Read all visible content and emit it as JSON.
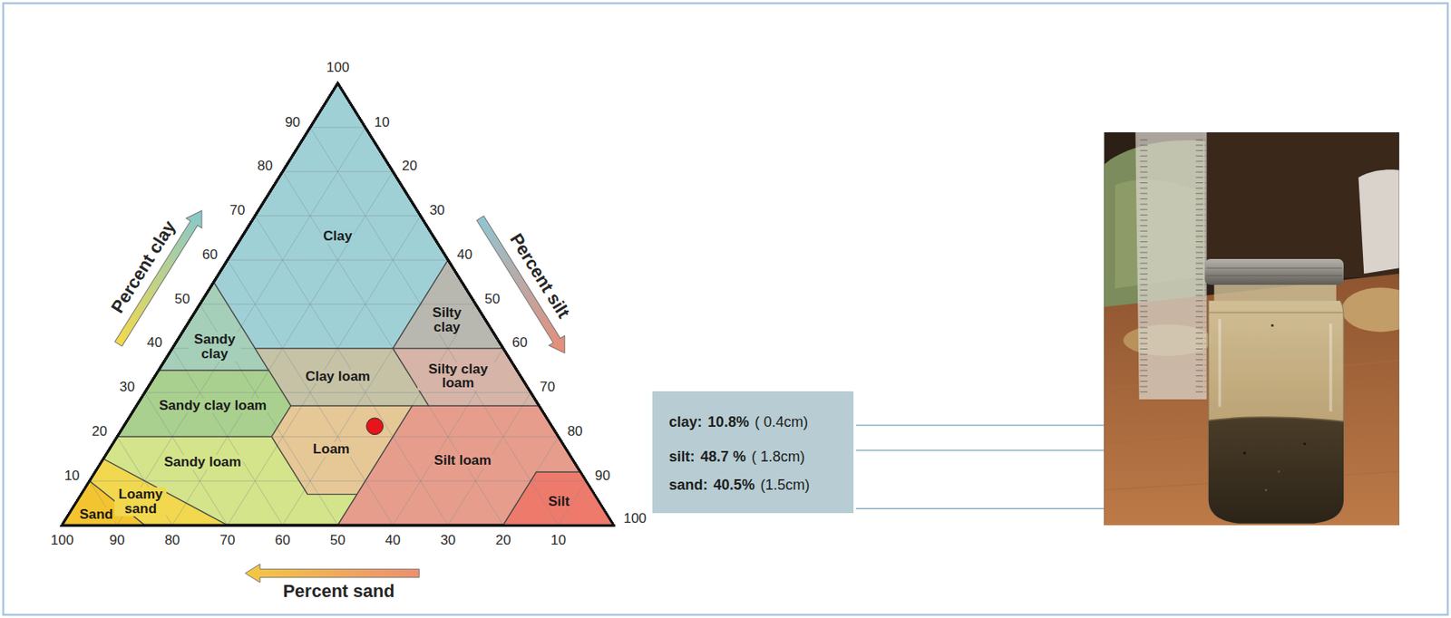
{
  "diagram": {
    "nodes": [
      {
        "text": [
          "Clay"
        ]
      },
      {
        "text": [
          "Silty clay"
        ]
      },
      {
        "text": [
          "Sandy clay"
        ]
      },
      {
        "text": [
          "Clay loam"
        ]
      },
      {
        "text": [
          "Silty clay loam"
        ]
      },
      {
        "text": [
          "Sandy clay loam"
        ]
      },
      {
        "text": [
          "Loam"
        ]
      },
      {
        "text": [
          "Sandy loam"
        ]
      },
      {
        "text": [
          "Silt loam"
        ]
      },
      {
        "text": [
          "Loamy sand"
        ]
      },
      {
        "text": [
          "Sand"
        ]
      },
      {
        "text": [
          "Silt"
        ]
      },
      {
        "text": [
          "clay:",
          "10.8%",
          "( 0.4cm)",
          "silt:",
          "48.7 %",
          "( 1.8cm)",
          "sand:",
          "40.5%",
          "(1.5cm)"
        ]
      }
    ],
    "labels": [
      "100",
      "90",
      "80",
      "70",
      "60",
      "50",
      "40",
      "30",
      "20",
      "10",
      "10",
      "20",
      "30",
      "40",
      "50",
      "60",
      "70",
      "80",
      "90",
      "100",
      "100",
      "90",
      "80",
      "70",
      "60",
      "50",
      "40",
      "30",
      "20",
      "10",
      "Percent clay",
      "Percent silt",
      "Percent sand"
    ]
  }
}
